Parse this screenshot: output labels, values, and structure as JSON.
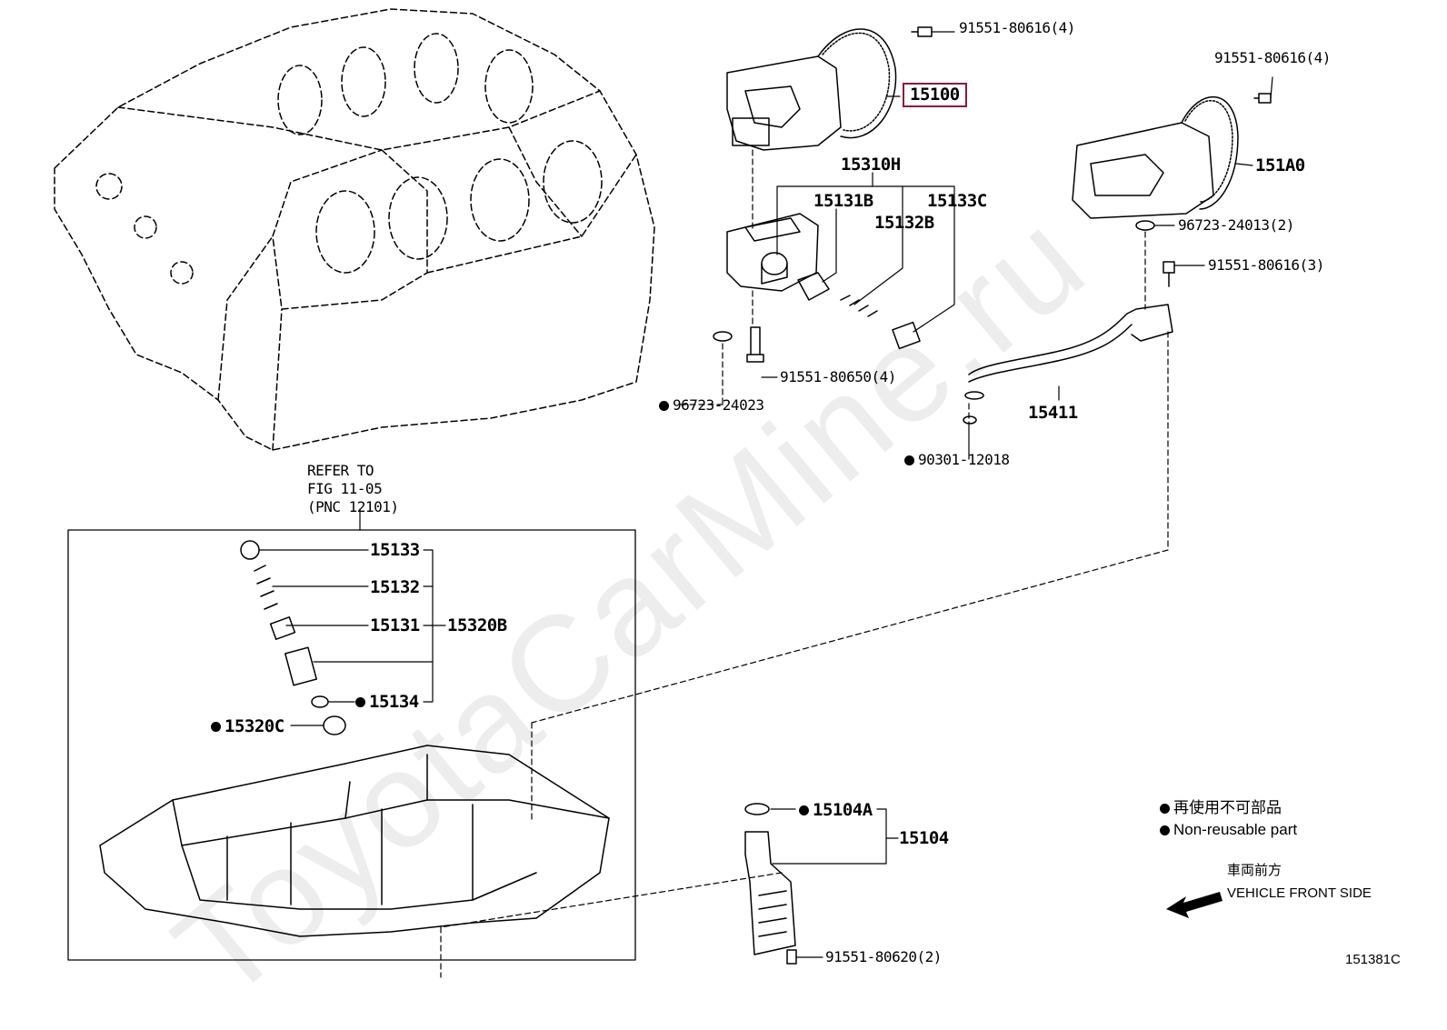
{
  "watermark": "ToyotaCarMine.ru",
  "parts": {
    "p15100": "15100",
    "p91551_80616_4a": "91551-80616(4)",
    "p91551_80616_4b": "91551-80616(4)",
    "p151A0": "151A0",
    "p15310H": "15310H",
    "p15131B": "15131B",
    "p15133C": "15133C",
    "p15132B": "15132B",
    "p96723_24013": "96723-24013(2)",
    "p91551_80616_3": "91551-80616(3)",
    "p91551_80650": "91551-80650(4)",
    "p96723_24023": "96723-24023",
    "p15411": "15411",
    "p90301_12018": "90301-12018",
    "p15133": "15133",
    "p15132": "15132",
    "p15131": "15131",
    "p15320B": "15320B",
    "p15134": "15134",
    "p15320C": "15320C",
    "p15104A": "15104A",
    "p15104": "15104",
    "p91551_80620": "91551-80620(2)"
  },
  "refer": {
    "line1": "REFER TO",
    "line2": "FIG 11-05",
    "line3": "(PNC 12101)"
  },
  "legend": {
    "jp": "再使用不可部品",
    "en": "Non-reusable part"
  },
  "front": {
    "jp": "車両前方",
    "en": "VEHICLE FRONT SIDE"
  },
  "figure_id": "151381C",
  "colors": {
    "highlight": "#8a1a3a",
    "line": "#000000"
  }
}
